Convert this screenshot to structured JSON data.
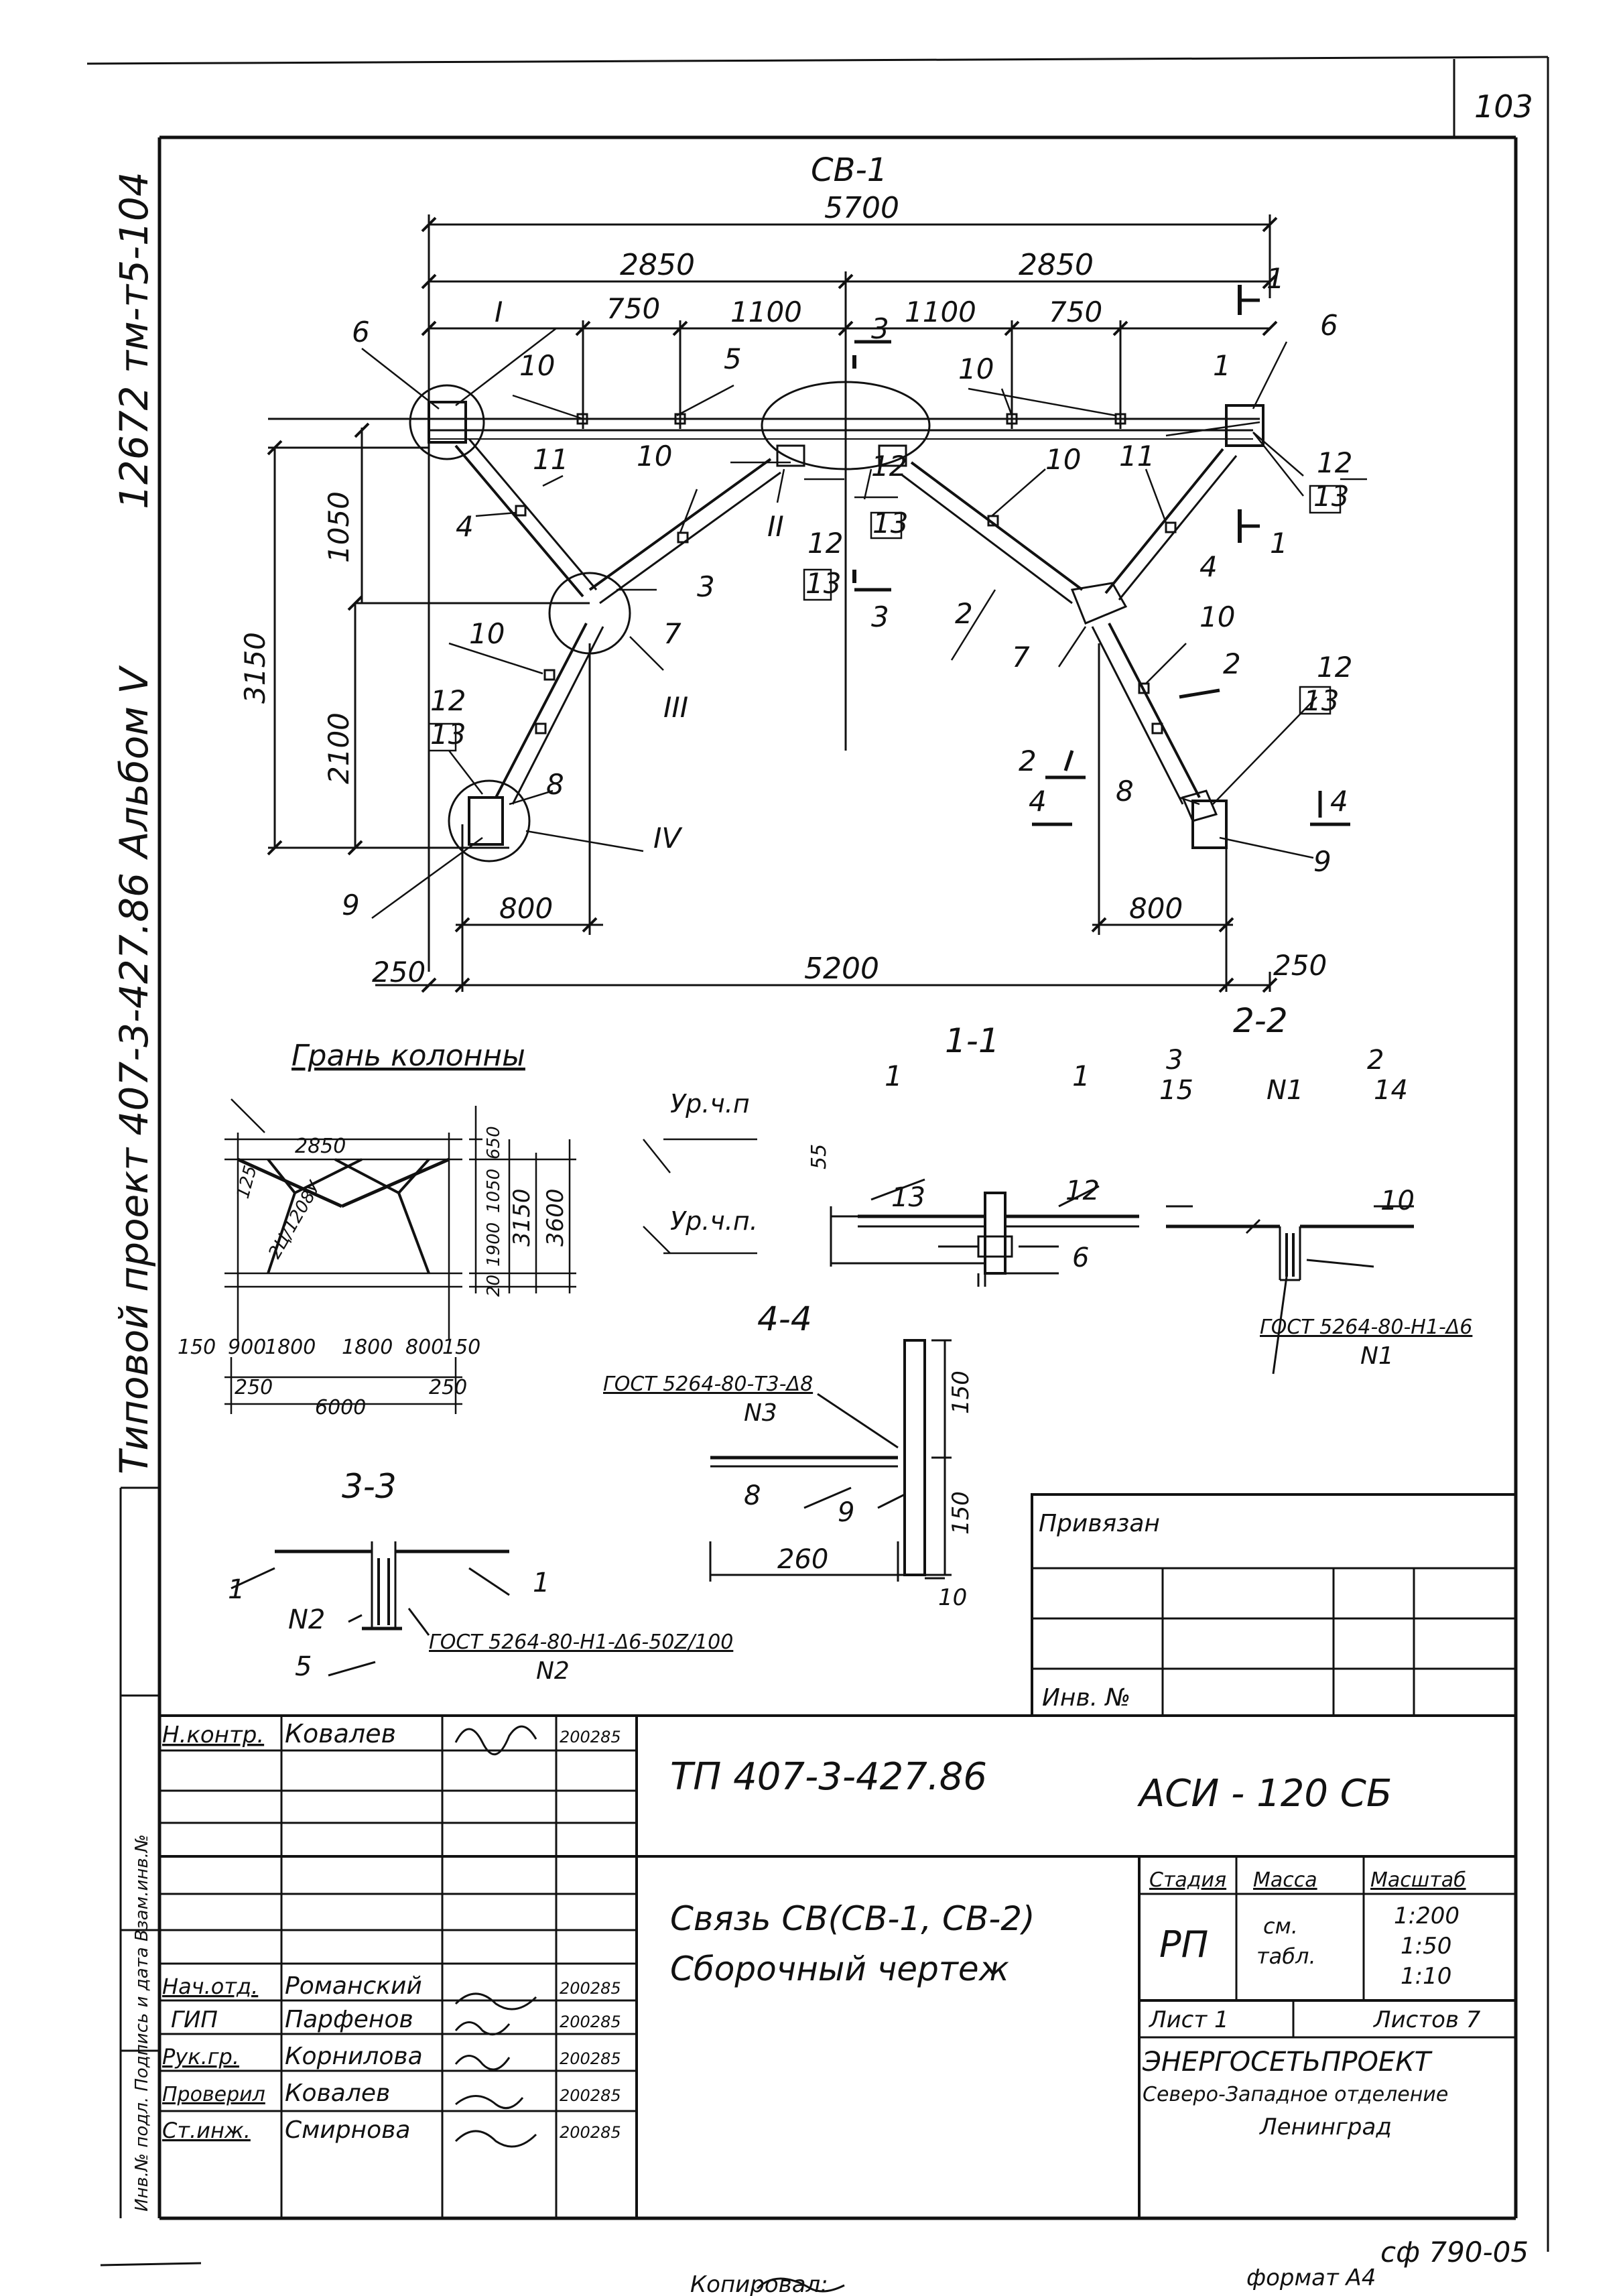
{
  "sheet_number": "103",
  "bottom_right_code": "сф 790-05",
  "side_text": {
    "top": "12672 тм-т5-104",
    "album": "Альбом V",
    "project": "Типовой проект 407-3-427.86",
    "stamp_strip": "Инв.№ подл. Подпись и дата Взам.инв.№"
  },
  "drawing": {
    "title": "СВ-1",
    "dims": {
      "total_top": "5700",
      "half_left": "2850",
      "half_right": "2850",
      "d750_l": "750",
      "d1100_l": "1100",
      "d1100_r": "1100",
      "d750_r": "750",
      "h1050": "1050",
      "h3150": "3150",
      "h2100": "2100",
      "w800_l": "800",
      "w800_r": "800",
      "w250_l": "250",
      "w5200": "5200",
      "w250_r": "250"
    },
    "callouts": {
      "p1": "1",
      "p2": "2",
      "p3": "3",
      "p4a": "4",
      "p4b": "4",
      "p5": "5",
      "p6a": "6",
      "p6b": "6",
      "p7a": "7",
      "p7b": "7",
      "p8a": "8",
      "p8b": "8",
      "p9a": "9",
      "p9b": "9",
      "p10a": "10",
      "p10b": "10",
      "p10c": "10",
      "p10d": "10",
      "p10e": "10",
      "p10f": "10",
      "p11a": "11",
      "p11b": "11",
      "p12a": "12",
      "p12b": "12",
      "p12c": "12",
      "p12d": "12",
      "p13a": "13",
      "p13b": "13",
      "p13c": "13",
      "p13d": "13",
      "nI": "I",
      "nII": "II",
      "nIII": "III",
      "nIV": "IV"
    },
    "section_marks": {
      "s1": "1",
      "s2": "2",
      "s3": "3",
      "s4": "4"
    }
  },
  "small_scheme": {
    "label": "Грань колонны",
    "level1": "Ур.ч.п",
    "level2": "Ур.ч.п.",
    "top_dim": "2850",
    "angle": "2Ц/1208У",
    "v650": "650",
    "v1050": "1050",
    "v1900": "1900",
    "v20": "20",
    "v3150": "3150",
    "v3600": "3600",
    "b150a": "150",
    "b900a": "900",
    "b1800a": "1800",
    "b1800b": "1800",
    "b900b": "800",
    "b150b": "150",
    "b250a": "250",
    "b250b": "250",
    "b6000": "6000",
    "s125": "125"
  },
  "section_1_1": {
    "title": "1-1",
    "labels": {
      "a": "1",
      "b": "1",
      "dim55": "55",
      "c": "12",
      "d": "13",
      "e": "6"
    }
  },
  "section_2_2": {
    "title": "2-2",
    "labels": {
      "a": "3",
      "b": "15",
      "c": "N1",
      "d": "2",
      "e": "14",
      "f": "10"
    },
    "gost": "ГОСТ 5264-80-Н1-Δ6",
    "gost_n": "N1"
  },
  "section_3_3": {
    "title": "3-3",
    "labels": {
      "a": "1",
      "b": "1",
      "c": "N2",
      "d": "5"
    },
    "gost": "ГОСТ 5264-80-Н1-Δ6-50Z/100",
    "gost_n": "N2"
  },
  "section_4_4": {
    "title": "4-4",
    "gost": "ГОСТ 5264-80-Т3-Δ8",
    "gost_n": "N3",
    "labels": {
      "a": "8",
      "b": "9",
      "d150a": "150",
      "d150b": "150",
      "d260": "260",
      "d10": "10"
    }
  },
  "binding_box": {
    "title": "Привязан",
    "inv": "Инв. №"
  },
  "title_block": {
    "code": "ТП 407-3-427.86",
    "doc": "АСИ - 120 СБ",
    "name1": "Связь СВ(СВ-1, СВ-2)",
    "name2": "Сборочный чертеж",
    "stage_h": "Стадия",
    "mass_h": "Масса",
    "scale_h": "Масштаб",
    "stage": "РП",
    "mass1": "см.",
    "mass2": "табл.",
    "scale1": "1:200",
    "scale2": "1:50",
    "scale3": "1:10",
    "sheet": "Лист 1",
    "sheets": "Листов 7",
    "org1": "ЭНЕРГОСЕТЬПРОЕКТ",
    "org2": "Северо-Западное отделение",
    "org3": "Ленинград",
    "rows": [
      {
        "role": "Н.контр.",
        "name": "Ковалев",
        "date": "200285"
      },
      {
        "role": "Нач.отд.",
        "name": "Романский",
        "date": "200285"
      },
      {
        "role": "ГИП",
        "name": "Парфенов",
        "date": "200285"
      },
      {
        "role": "Рук.гр.",
        "name": "Корнилова",
        "date": "200285"
      },
      {
        "role": "Проверил",
        "name": "Ковалев",
        "date": "200285"
      },
      {
        "role": "Ст.инж.",
        "name": "Смирнова",
        "date": "200285"
      }
    ]
  },
  "footer": {
    "copied": "Копировал:",
    "format": "формат А4"
  }
}
